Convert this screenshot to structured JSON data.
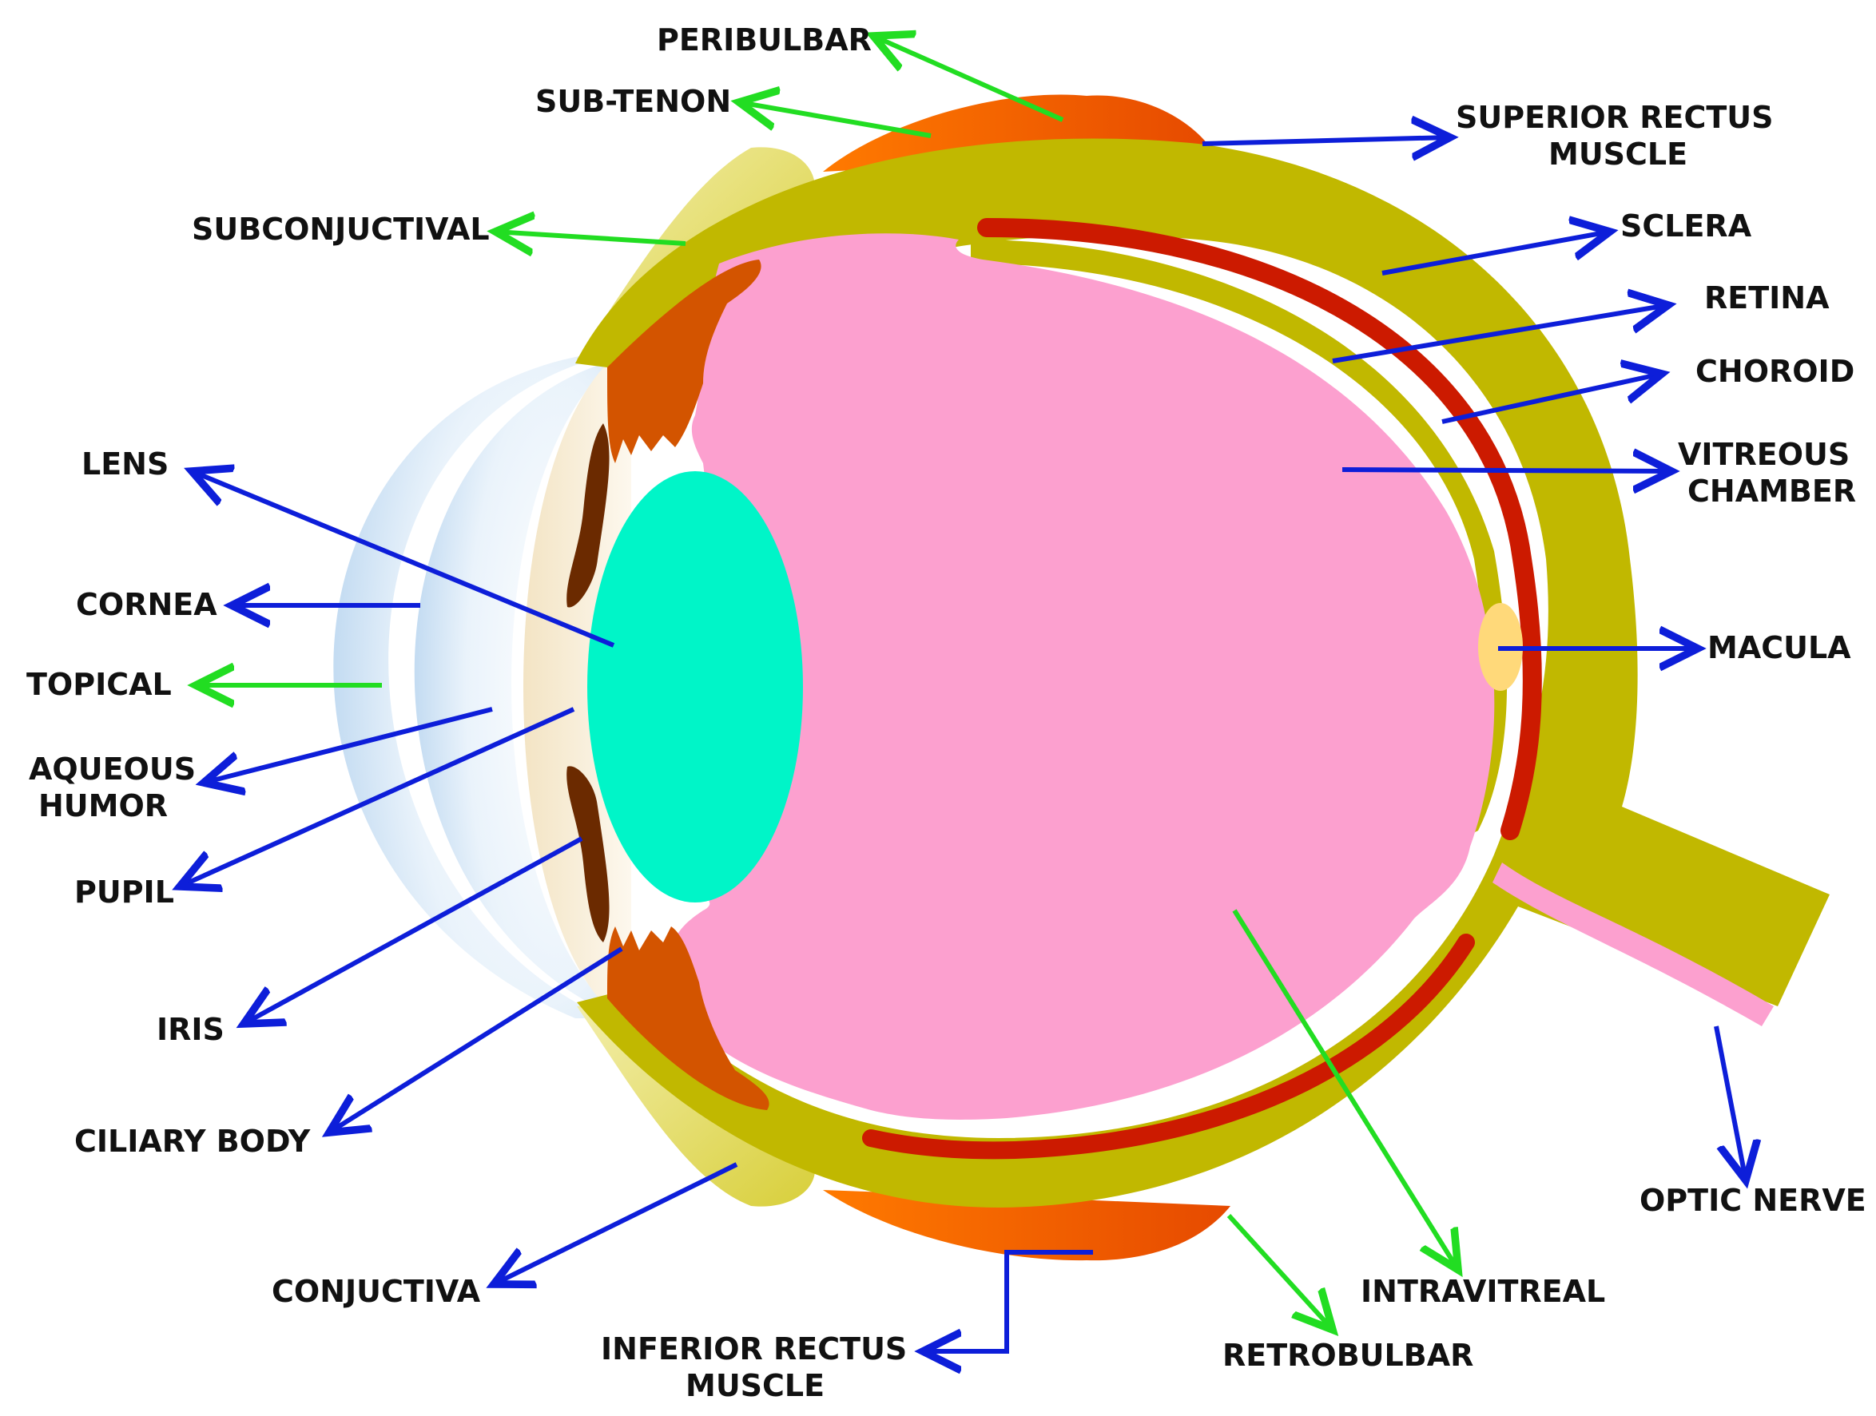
{
  "colors": {
    "sclera": "#c1b800",
    "vitreous": "#fca0cf",
    "lens": "#00f5c8",
    "choroid": "#cc1a00",
    "muscle": "#e8860a",
    "iris": "#d35400",
    "iris_dark": "#6b2a00",
    "conjunctiva": "#ebe38a",
    "cornea": "#d6e8f7",
    "aqueous": "#f6ead2",
    "macula": "#ffd97a",
    "anatomy_arrow": "#0d1ed9",
    "route_arrow": "#22dd22"
  },
  "labels": {
    "peribulbar": "PERIBULBAR",
    "sub_tenon": "SUB-TENON",
    "subconjuctival": "SUBCONJUCTIVAL",
    "superior_rectus_l1": "SUPERIOR RECTUS",
    "superior_rectus_l2": "MUSCLE",
    "sclera": "SCLERA",
    "retina": "RETINA",
    "choroid": "CHOROID",
    "vitreous_l1": "VITREOUS",
    "vitreous_l2": "CHAMBER",
    "lens": "LENS",
    "cornea": "CORNEA",
    "topical": "TOPICAL",
    "aqueous_l1": "AQUEOUS",
    "aqueous_l2": "HUMOR",
    "pupil": "PUPIL",
    "macula": "MACULA",
    "iris": "IRIS",
    "ciliary_body": "CILIARY BODY",
    "optic_nerve": "OPTIC NERVE",
    "conjuctiva": "CONJUCTIVA",
    "intravitreal": "INTRAVITREAL",
    "inferior_rectus_l1": "INFERIOR RECTUS",
    "inferior_rectus_l2": "MUSCLE",
    "retrobulbar": "RETROBULBAR"
  }
}
